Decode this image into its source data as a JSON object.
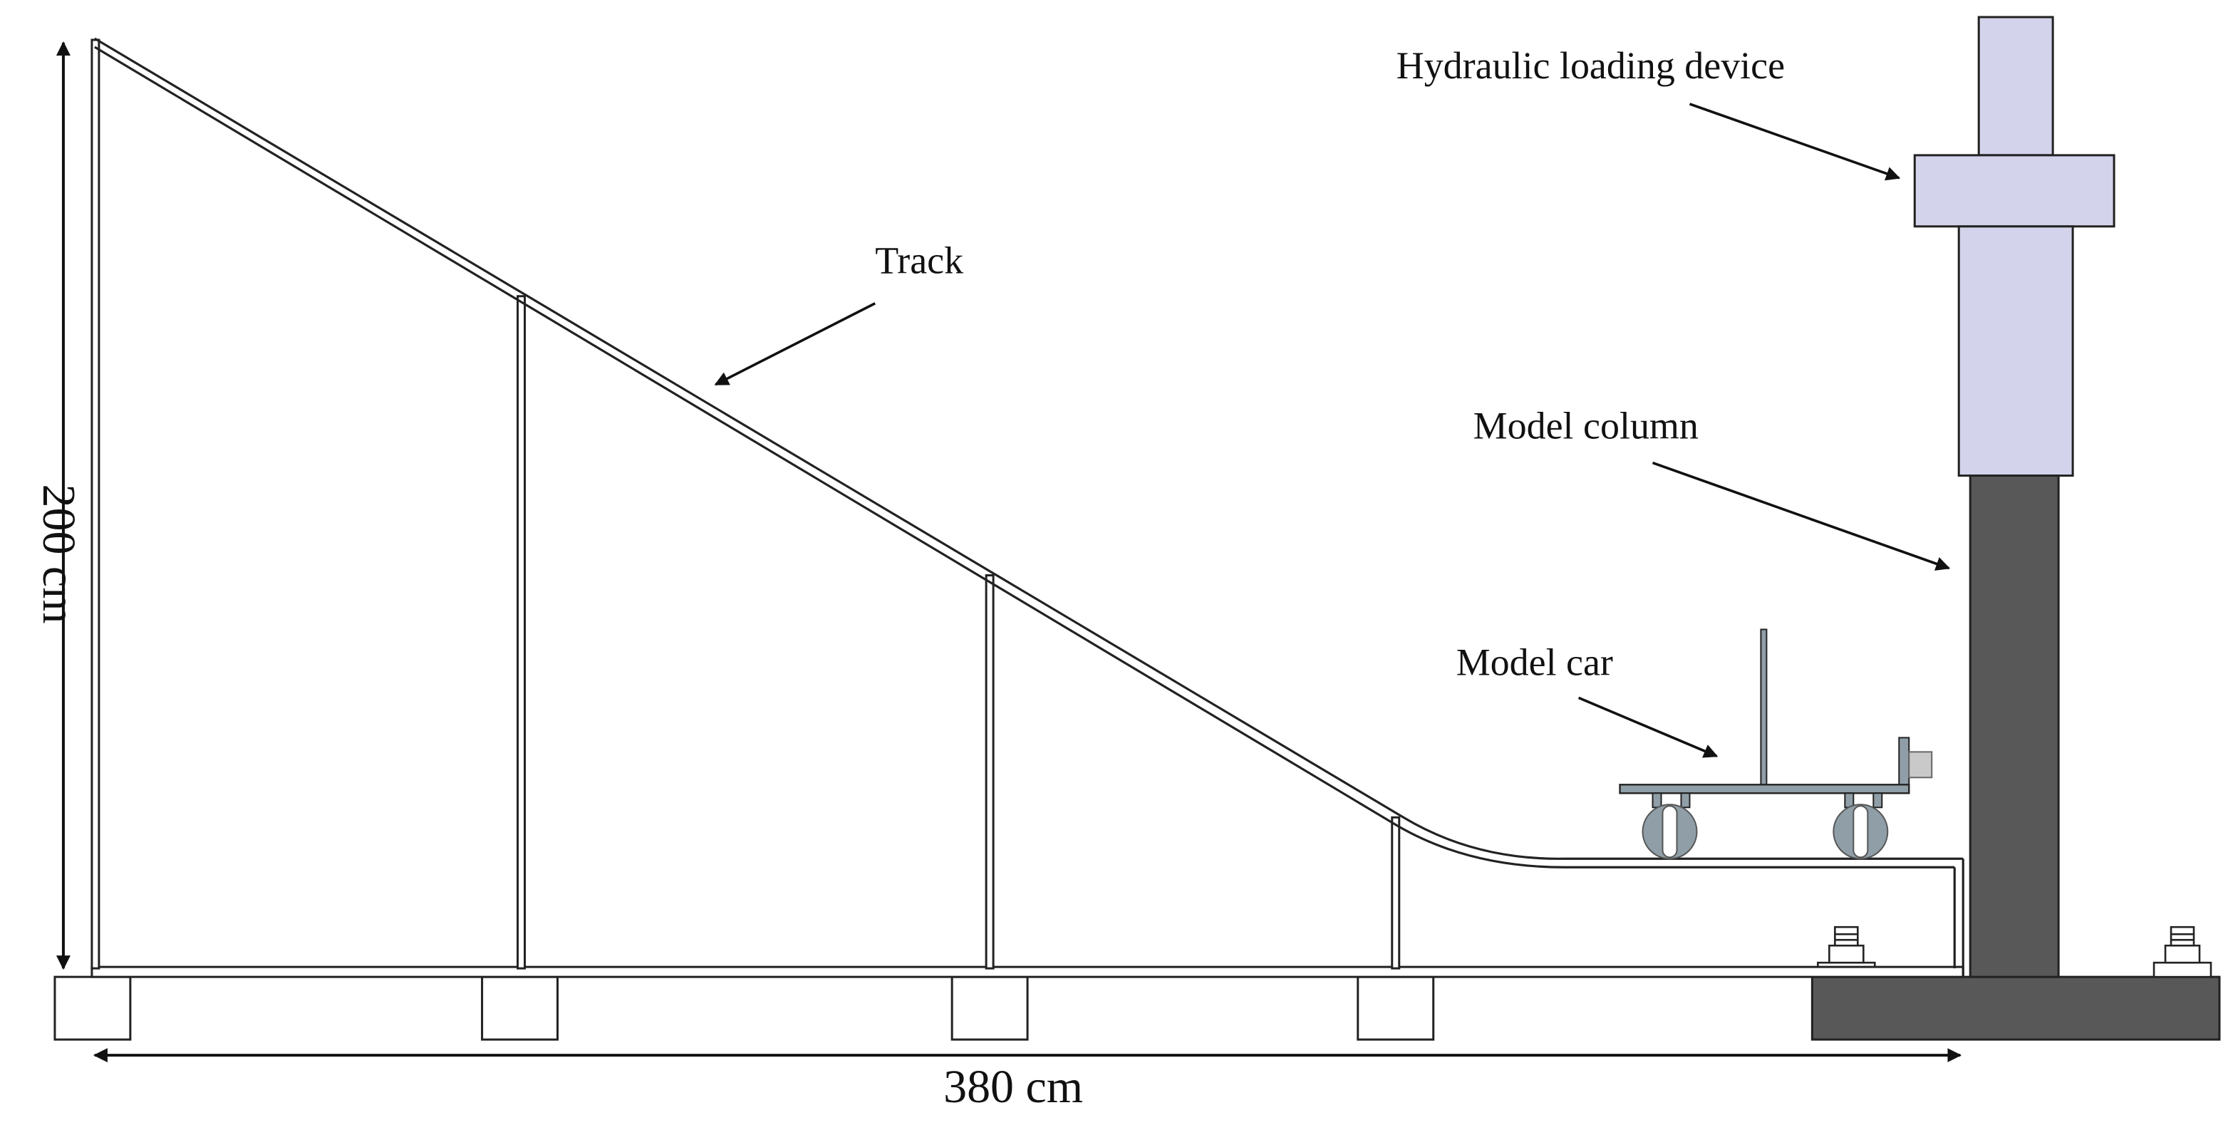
{
  "labels": {
    "hydraulic": "Hydraulic loading device",
    "track": "Track",
    "model_column": "Model column",
    "model_car": "Model car",
    "height": "200 cm",
    "length": "380 cm"
  },
  "colors": {
    "line": "#222222",
    "device": "#d3d3eb",
    "column": "#585858",
    "footing": "#585858",
    "wheel": "#8f9ea7",
    "block": "#c9c9c9",
    "support": "#ffffff"
  }
}
